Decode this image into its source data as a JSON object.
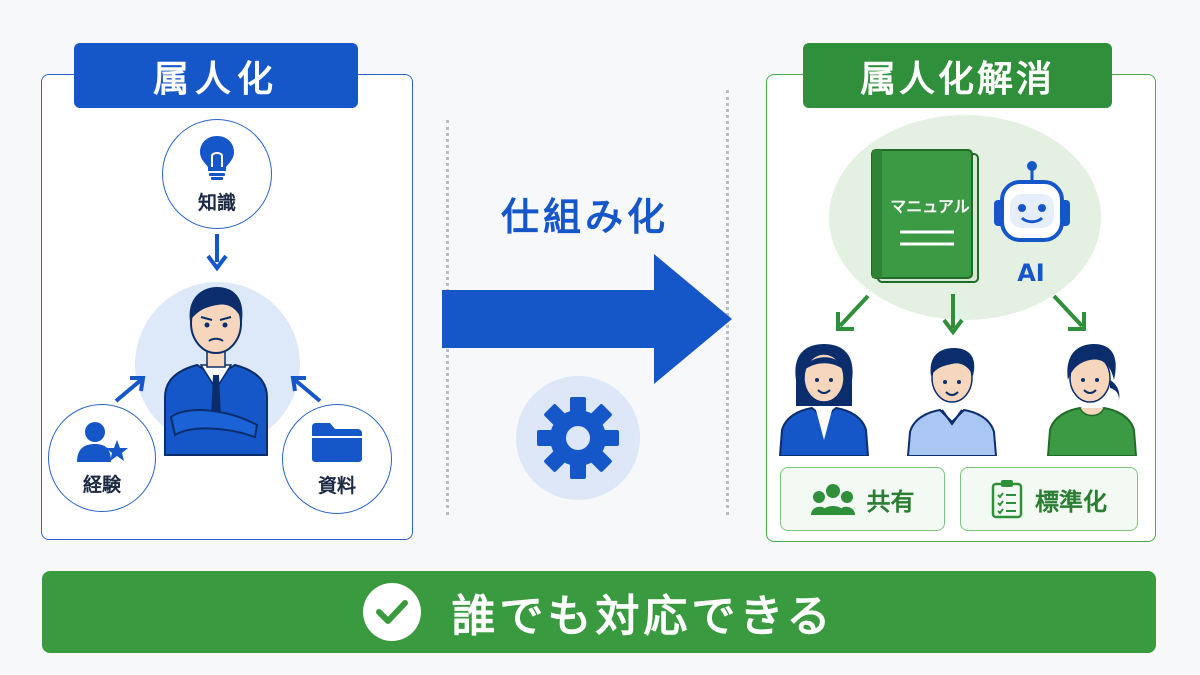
{
  "left_panel": {
    "title": "属人化"
  },
  "left_items": {
    "knowledge": "知識",
    "experience": "経験",
    "materials": "資料"
  },
  "middle": {
    "label": "仕組み化"
  },
  "right_panel": {
    "title": "属人化解消"
  },
  "right_items": {
    "manual": "マニュアル",
    "ai": "AI",
    "share": "共有",
    "standardize": "標準化"
  },
  "footer": {
    "message": "誰でも対応できる"
  },
  "colors": {
    "blue": "#1557c9",
    "green": "#2f8f3a",
    "light_green": "#3a9a3f"
  }
}
